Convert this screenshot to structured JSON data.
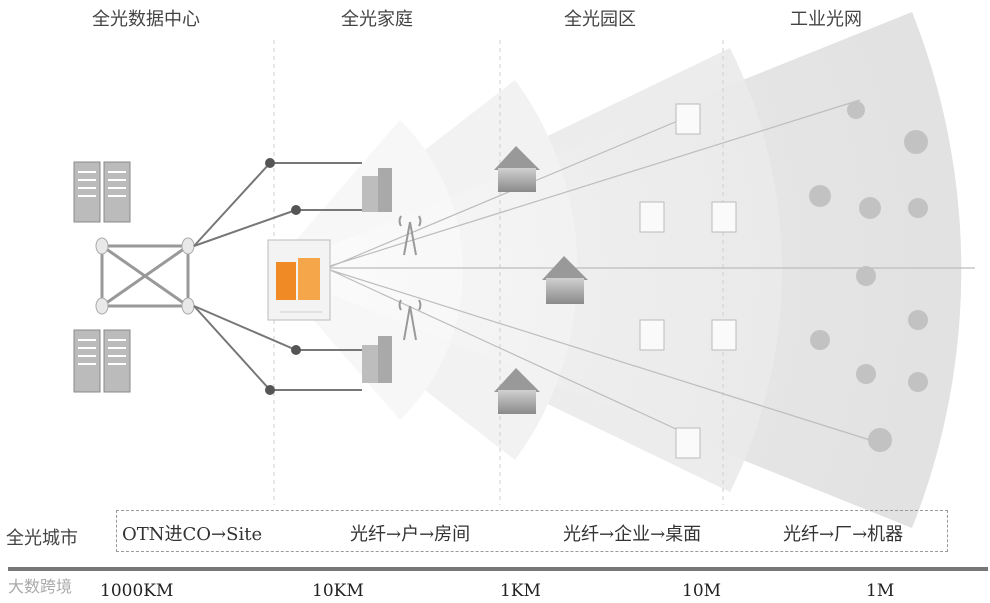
{
  "columns": [
    "全光数据中心",
    "全光家庭",
    "全光园区",
    "工业光网"
  ],
  "row_label": "全光城市",
  "stages": [
    "OTN进CO→Site",
    "光纤→户→房间",
    "光纤→企业→桌面",
    "光纤→厂→机器"
  ],
  "distances": [
    "1000KM",
    "10KM",
    "1KM",
    "10M",
    "1M"
  ],
  "watermark": "大数跨境",
  "colors": {
    "accent": "#f08a24",
    "line": "#888888",
    "fan": "#e6e6e6"
  }
}
